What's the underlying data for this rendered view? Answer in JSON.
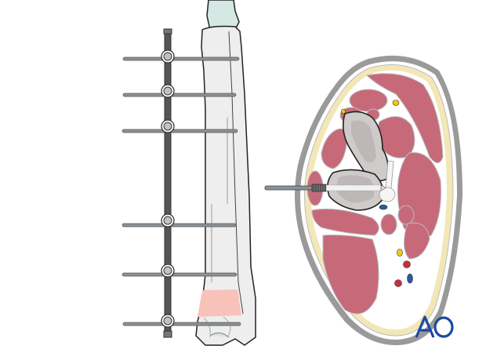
{
  "figure": {
    "title": "External fixator on tibia with cross-section showing pin placement",
    "logo_text": "AO",
    "colors": {
      "logo": "#1a4aa0",
      "muscle": "#c66a7a",
      "fat": "#f3e7b8",
      "skin": "#9a9a9a",
      "bone": "#cfcbca",
      "bone_medulla": "#bdb8b7",
      "frame_rod": "#555555",
      "pin": "#8a9297",
      "fracture_zone": "#f8c2ba",
      "nerve": "#f1c81a",
      "artery": "#c23040",
      "vein": "#2a5aa8",
      "tibia_fill": "#eeeeee",
      "tibia_joint": "#d4e8e4"
    },
    "fixator": {
      "pin_count": 6,
      "pin_y": [
        75,
        121,
        167,
        287,
        350,
        412
      ]
    },
    "cross_section": {
      "structures": [
        "skin",
        "subcutaneous fat",
        "muscles",
        "tibia",
        "fibula",
        "nerves",
        "arteries",
        "veins",
        "Schanz screw"
      ]
    }
  }
}
